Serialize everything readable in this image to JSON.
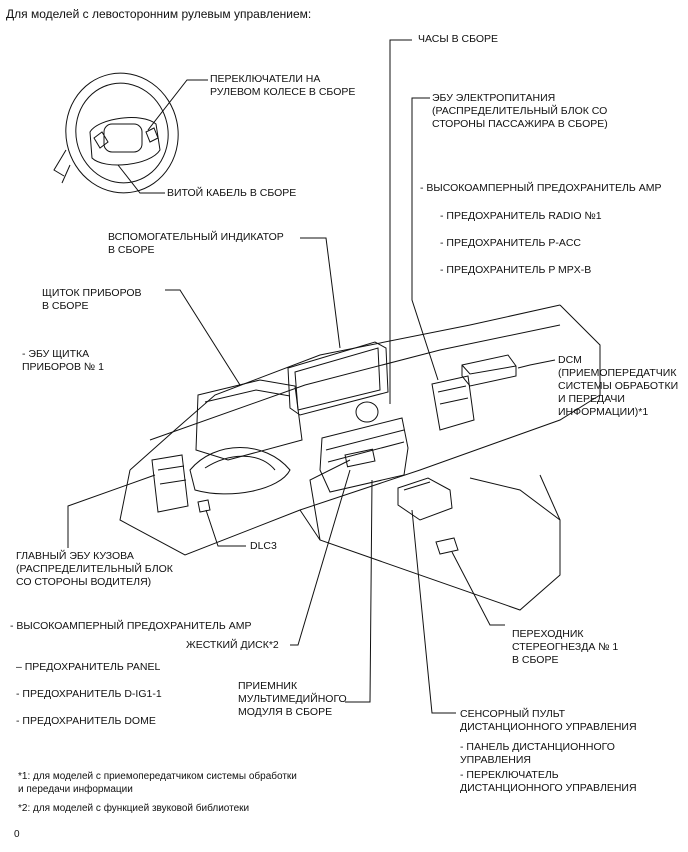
{
  "header": "Для моделей с левосторонним рулевым управлением:",
  "labels": {
    "clock": "ЧАСЫ В СБОРЕ",
    "steering_switches": "ПЕРЕКЛЮЧАТЕЛИ НА\nРУЛЕВОМ КОЛЕСЕ В СБОРЕ",
    "power_ecu": "ЭБУ ЭЛЕКТРОПИТАНИЯ\n(РАСПРЕДЕЛИТЕЛЬНЫЙ БЛОК СО\nСТОРОНЫ ПАССАЖИРА В СБОРЕ)",
    "spiral_cable": "ВИТОЙ КАБЕЛЬ В СБОРЕ",
    "pass_amp_fuse": "- ВЫСОКОАМПЕРНЫЙ ПРЕДОХРАНИТЕЛЬ AMP",
    "radio_fuse": "- ПРЕДОХРАНИТЕЛЬ RADIO №1",
    "pacc_fuse": "- ПРЕДОХРАНИТЕЛЬ P-ACC",
    "pmpxb_fuse": "- ПРЕДОХРАНИТЕЛЬ P MPX-B",
    "aux_indicator": "ВСПОМОГАТЕЛЬНЫЙ ИНДИКАТОР\nВ СБОРЕ",
    "meter": "ЩИТОК ПРИБОРОВ\nВ СБОРЕ",
    "meter_ecu": "- ЭБУ ЩИТКА\nПРИБОРОВ № 1",
    "dcm": "DCM\n(ПРИЕМОПЕРЕДАТЧИК\nСИСТЕМЫ ОБРАБОТКИ\nИ ПЕРЕДАЧИ\nИНФОРМАЦИИ)*1",
    "main_body_ecu": "ГЛАВНЫЙ ЭБУ КУЗОВА\n(РАСПРЕДЕЛИТЕЛЬНЫЙ БЛОК\nСО СТОРОНЫ ВОДИТЕЛЯ)",
    "dlc3": "DLC3",
    "drv_amp_fuse": "- ВЫСОКОАМПЕРНЫЙ ПРЕДОХРАНИТЕЛЬ AMP",
    "hdd": "ЖЕСТКИЙ ДИСК*2",
    "stereo_adapter": "ПЕРЕХОДНИК\nСТЕРЕОГНЕЗДА № 1\nВ СБОРЕ",
    "panel_fuse": "– ПРЕДОХРАНИТЕЛЬ PANEL",
    "dig1_fuse": "- ПРЕДОХРАНИТЕЛЬ D-IG1-1",
    "dome_fuse": "- ПРЕДОХРАНИТЕЛЬ DOME",
    "multimedia": "ПРИЕМНИК\nМУЛЬТИМЕДИЙНОГО\nМОДУЛЯ В СБОРЕ",
    "touch_remote": "СЕНСОРНЫЙ ПУЛЬТ\nДИСТАНЦИОННОГО УПРАВЛЕНИЯ",
    "remote_panel": "- ПАНЕЛЬ ДИСТАНЦИОННОГО\nУПРАВЛЕНИЯ",
    "remote_switch": "- ПЕРЕКЛЮЧАТЕЛЬ\nДИСТАНЦИОННОГО УПРАВЛЕНИЯ"
  },
  "footnotes": {
    "n1": "*1: для моделей с приемопередатчиком системы обработки\nи передачи информации",
    "n2": "*2: для моделей с функцией звуковой библиотеки"
  },
  "figure_id": "0"
}
